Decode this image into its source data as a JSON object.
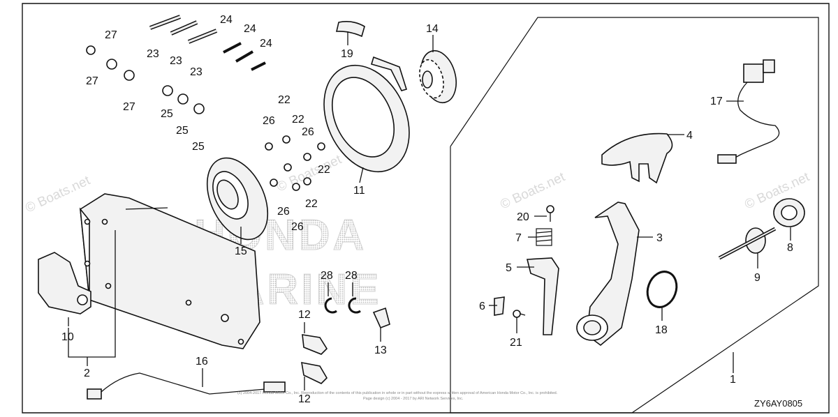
{
  "diagram": {
    "callouts": {
      "c1": "1",
      "c2": "2",
      "c3": "3",
      "c4": "4",
      "c5": "5",
      "c6": "6",
      "c7": "7",
      "c8": "8",
      "c9": "9",
      "c10": "10",
      "c11": "11",
      "c12a": "12",
      "c12b": "12",
      "c13": "13",
      "c14": "14",
      "c15": "15",
      "c16": "16",
      "c17": "17",
      "c18": "18",
      "c19": "19",
      "c20": "20",
      "c21": "21",
      "c22a": "22",
      "c22b": "22",
      "c22c": "22",
      "c22d": "22",
      "c23a": "23",
      "c23b": "23",
      "c23c": "23",
      "c24a": "24",
      "c24b": "24",
      "c24c": "24",
      "c25a": "25",
      "c25b": "25",
      "c25c": "25",
      "c26a": "26",
      "c26b": "26",
      "c26c": "26",
      "c26d": "26",
      "c27a": "27",
      "c27b": "27",
      "c27c": "27",
      "c28a": "28",
      "c28b": "28"
    },
    "diagram_code": "ZY6AY0805",
    "brand_top": "HONDA",
    "brand_bottom": "MARINE",
    "watermark": "© Boats.net",
    "copyright_line1": "(c) 2004-2017 Honda Motor Co., Inc. Reproduction of the contents of this publication in whole or in part without the express written approval of American Honda Motor Co., Inc. is prohibited.",
    "copyright_line2": "Page design (c) 2004 - 2017 by ARI Network Services, Inc."
  },
  "colors": {
    "line": "#111111",
    "part_fill": "#f2f2f2",
    "watermark": "#d9d9d9",
    "brand_dots": "#c8c8c8"
  }
}
